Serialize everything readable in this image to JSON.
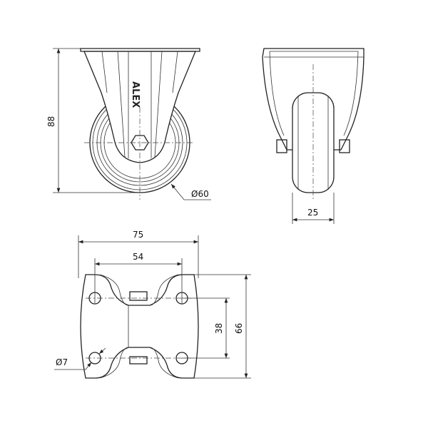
{
  "title": "Fixed castor technical drawing",
  "brand_logo": "ALEX",
  "dimensions": {
    "height": "88",
    "wheel_diameter": "Ø60",
    "wheel_width": "25",
    "plate_length": "75",
    "hole_spacing_x": "54",
    "hole_spacing_y": "38",
    "plate_width": "66",
    "hole_diameter": "Ø7"
  },
  "colors": {
    "line": "#222222",
    "background": "#ffffff"
  }
}
